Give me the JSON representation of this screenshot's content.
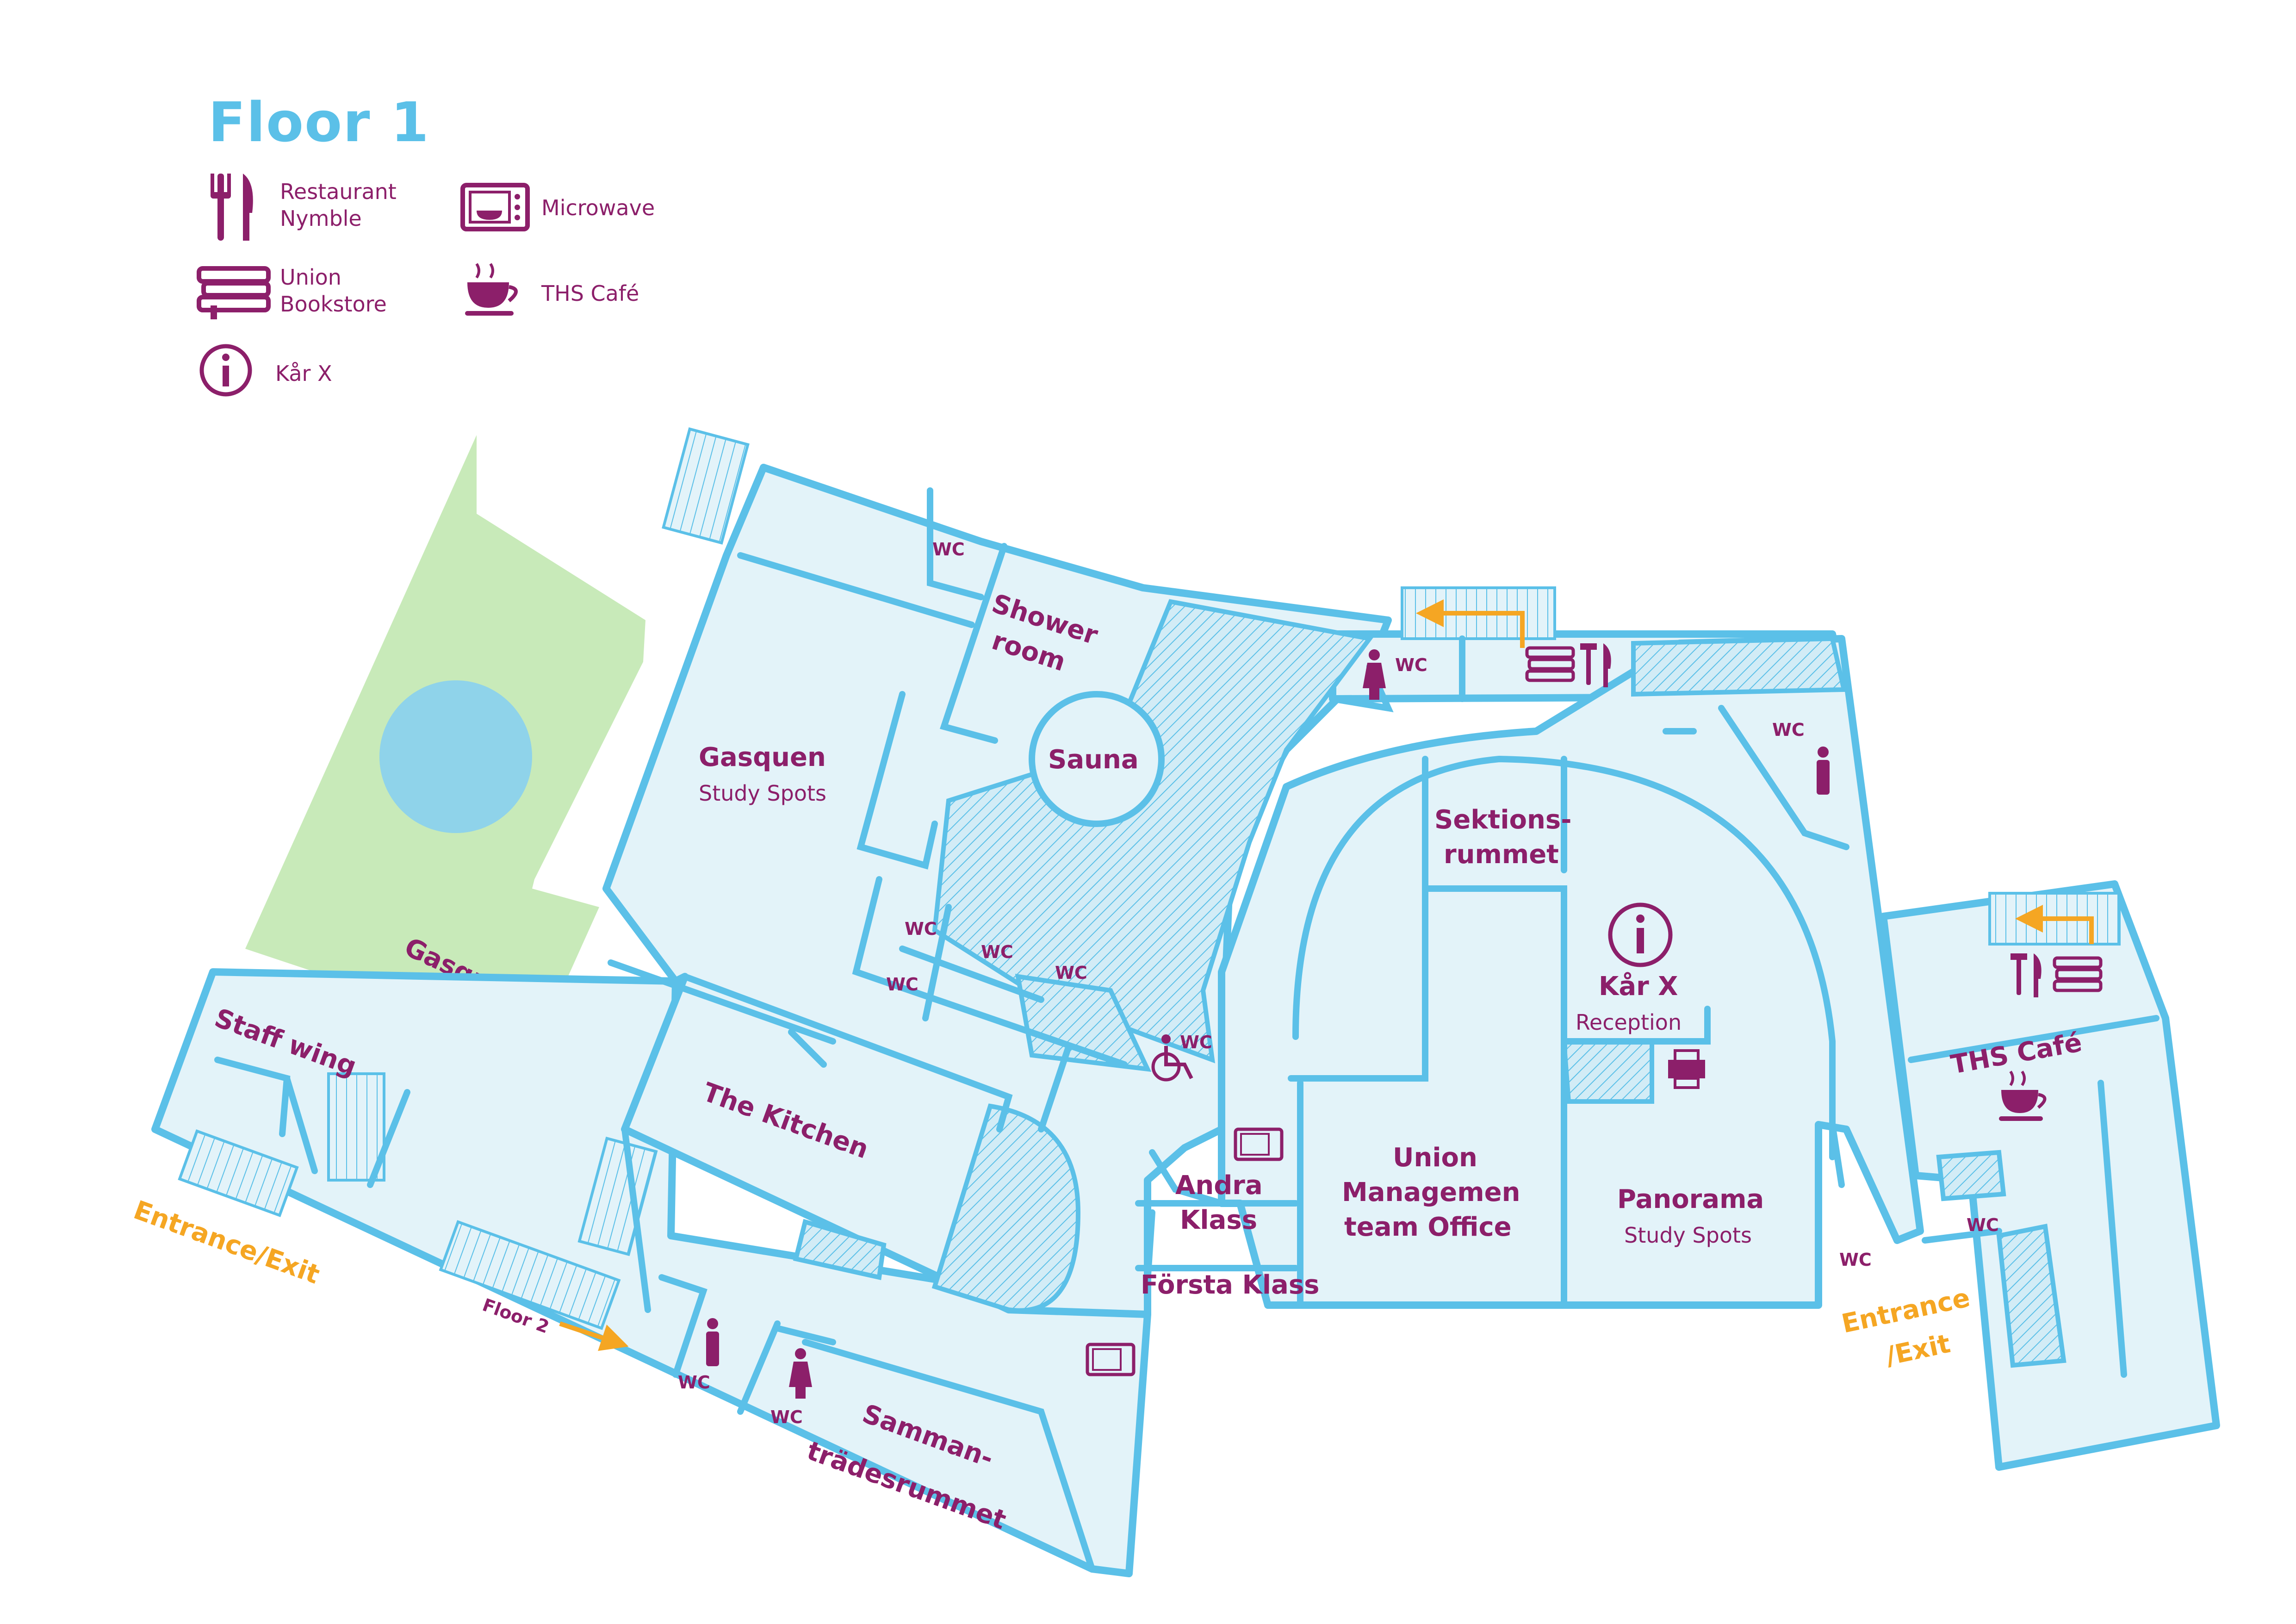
{
  "map": {
    "title": "Floor 1",
    "legend": {
      "restaurant": "Restaurant Nymble",
      "restaurant_line1": "Restaurant",
      "restaurant_line2": "Nymble",
      "bookstore_line1": "Union",
      "bookstore_line2": "Bookstore",
      "info": "Kår X",
      "microwave": "Microwave",
      "cafe": "THS Café"
    },
    "park": "Gasqparken",
    "rooms": {
      "gasquen": "Gasquen",
      "gasquen_sub": "Study Spots",
      "shower_1": "Shower",
      "shower_2": "room",
      "sauna": "Sauna",
      "staff_wing": "Staff wing",
      "kitchen": "The Kitchen",
      "sektions_1": "Sektions-",
      "sektions_2": "rummet",
      "karx": "Kår X",
      "reception": "Reception",
      "union_1": "Union",
      "union_2": "Managemen",
      "union_3": "team Office",
      "panorama": "Panorama",
      "panorama_sub": "Study Spots",
      "andra_1": "Andra",
      "andra_2": "Klass",
      "forsta": "Första Klass",
      "samman_1": "Samman-",
      "samman_2": "trädesrummet",
      "ths_cafe": "THS Café",
      "floor2": "Floor 2"
    },
    "wc": "WC",
    "entrances": {
      "left": "Entrance/Exit",
      "right_1": "Entrance",
      "right_2": "/Exit"
    },
    "colors": {
      "wall": "#5bc0e8",
      "floor": "#e3f3f9",
      "label": "#8c1f6a",
      "park": "#c8eab9",
      "pond": "#8fd3ea",
      "arrow": "#f5a623"
    },
    "icons": [
      "restaurant-icon",
      "bookstore-icon",
      "info-icon",
      "microwave-icon",
      "cafe-icon",
      "toilet-female-icon",
      "toilet-male-icon",
      "wheelchair-icon",
      "printer-icon"
    ]
  }
}
